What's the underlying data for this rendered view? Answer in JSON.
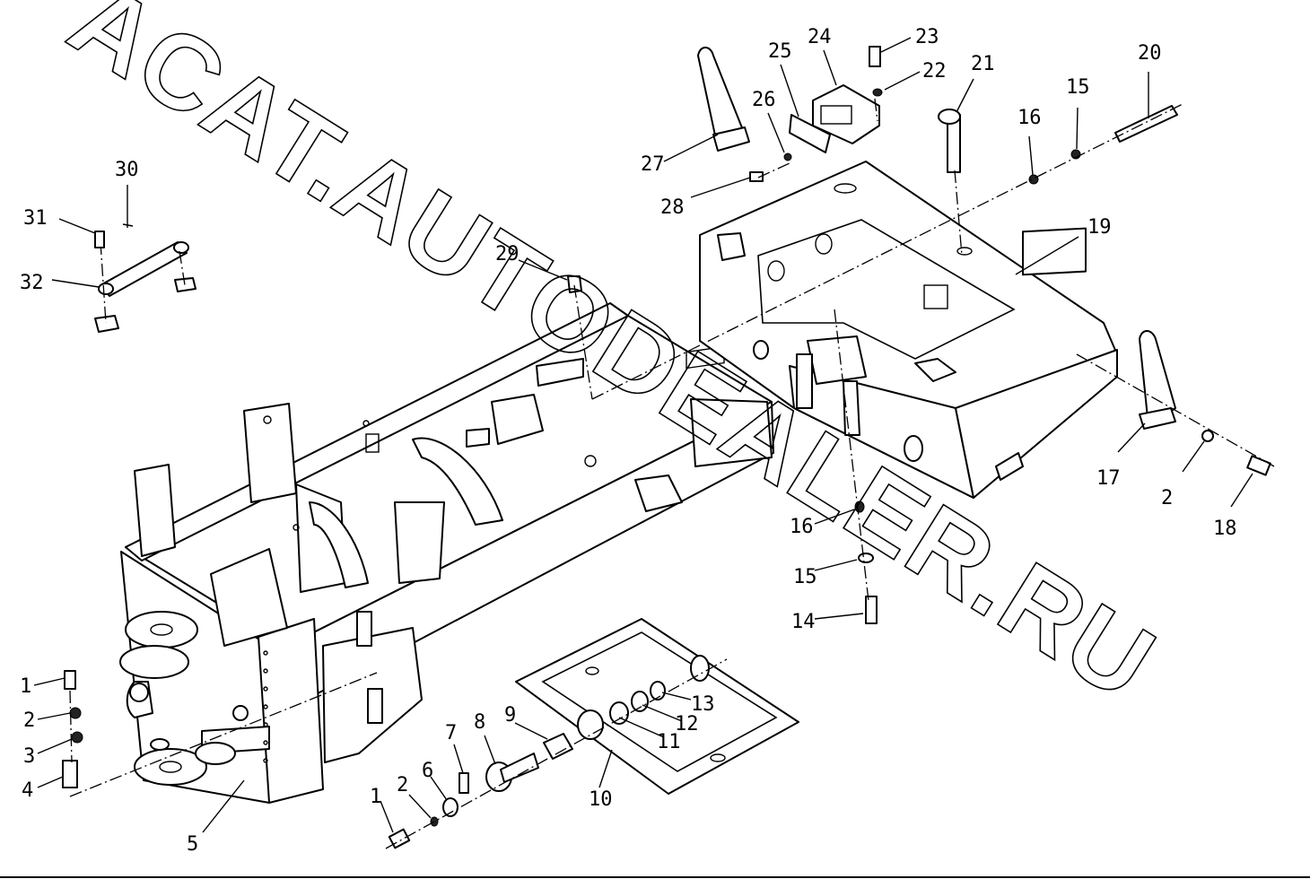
{
  "watermark": "ACAT.AUTODEALER.RU",
  "callouts": [
    "1",
    "2",
    "3",
    "4",
    "5",
    "6",
    "7",
    "8",
    "9",
    "10",
    "11",
    "12",
    "13",
    "14",
    "15",
    "16",
    "17",
    "18",
    "19",
    "20",
    "21",
    "22",
    "23",
    "24",
    "25",
    "26",
    "27",
    "28",
    "29",
    "30",
    "31",
    "32"
  ]
}
